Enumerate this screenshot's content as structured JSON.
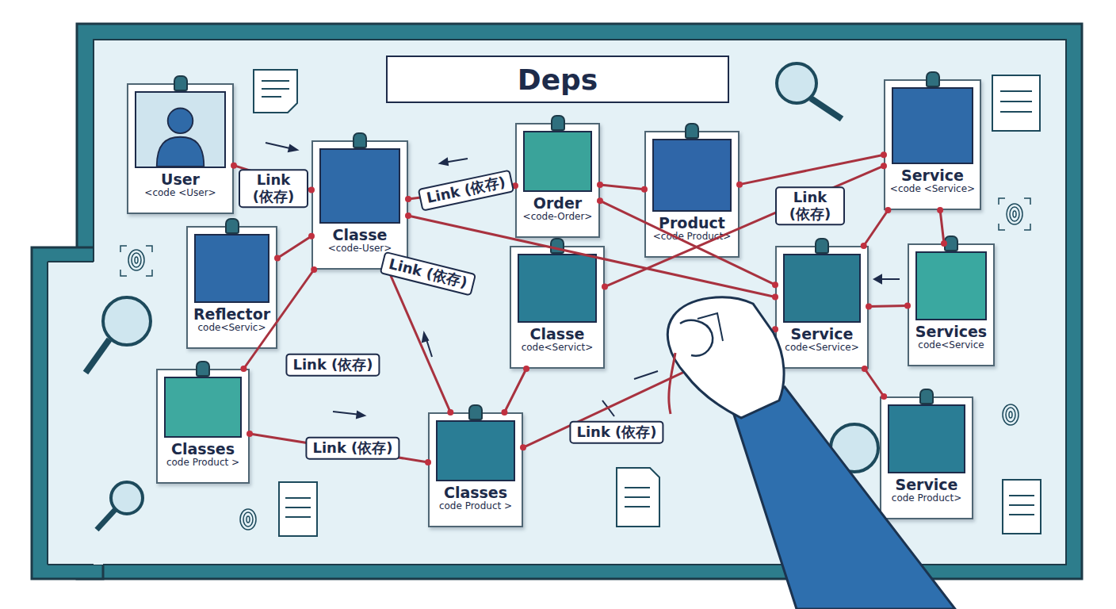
{
  "diagram": {
    "title": "Deps",
    "nodes": [
      {
        "text": [
          "User",
          "<code <User>"
        ]
      },
      {
        "text": [
          "Classe",
          "<code-User>"
        ]
      },
      {
        "text": [
          "Order",
          "<code-Order>"
        ]
      },
      {
        "text": [
          "Product",
          "<code Product>"
        ]
      },
      {
        "text": [
          "Service",
          "<code <Service>"
        ]
      },
      {
        "text": [
          "Reflector",
          "code<Servic>"
        ]
      },
      {
        "text": [
          "Classe",
          "code<Servict>"
        ]
      },
      {
        "text": [
          "Service",
          "code<Service>"
        ]
      },
      {
        "text": [
          "Services",
          "code<Service"
        ]
      },
      {
        "text": [
          "Classes",
          "code Product >"
        ]
      },
      {
        "text": [
          "Classes",
          "code Product >"
        ]
      },
      {
        "text": [
          "Service",
          "code Product>"
        ]
      }
    ],
    "edges": [
      {
        "from": 0,
        "to": 1,
        "arrow": "none",
        "label": "Link (依存)"
      },
      {
        "from": 1,
        "to": 2,
        "arrow": "none",
        "label": "Link (依存)"
      },
      {
        "from": 1,
        "to": 9,
        "arrow": "none",
        "label": "Link (依存)"
      },
      {
        "from": 1,
        "to": 10,
        "arrow": "none"
      },
      {
        "from": 1,
        "to": 7,
        "arrow": "none",
        "label": "Link (依存)"
      },
      {
        "from": 5,
        "to": 1,
        "arrow": "none"
      },
      {
        "from": 2,
        "to": 3,
        "arrow": "none"
      },
      {
        "from": 2,
        "to": 7,
        "arrow": "none"
      },
      {
        "from": 3,
        "to": 4,
        "arrow": "none"
      },
      {
        "from": 4,
        "to": 7,
        "arrow": "none"
      },
      {
        "from": 4,
        "to": 8,
        "arrow": "none"
      },
      {
        "from": 6,
        "to": 4,
        "arrow": "none",
        "label": "Link (依存)"
      },
      {
        "from": 6,
        "to": 10,
        "arrow": "none"
      },
      {
        "from": 9,
        "to": 10,
        "arrow": "none",
        "label": "Link (依存)"
      },
      {
        "from": 10,
        "to": 7,
        "arrow": "none",
        "label": "Link (依存)"
      },
      {
        "from": 7,
        "to": 8,
        "arrow": "none"
      },
      {
        "from": 7,
        "to": 11,
        "arrow": "none"
      }
    ]
  }
}
